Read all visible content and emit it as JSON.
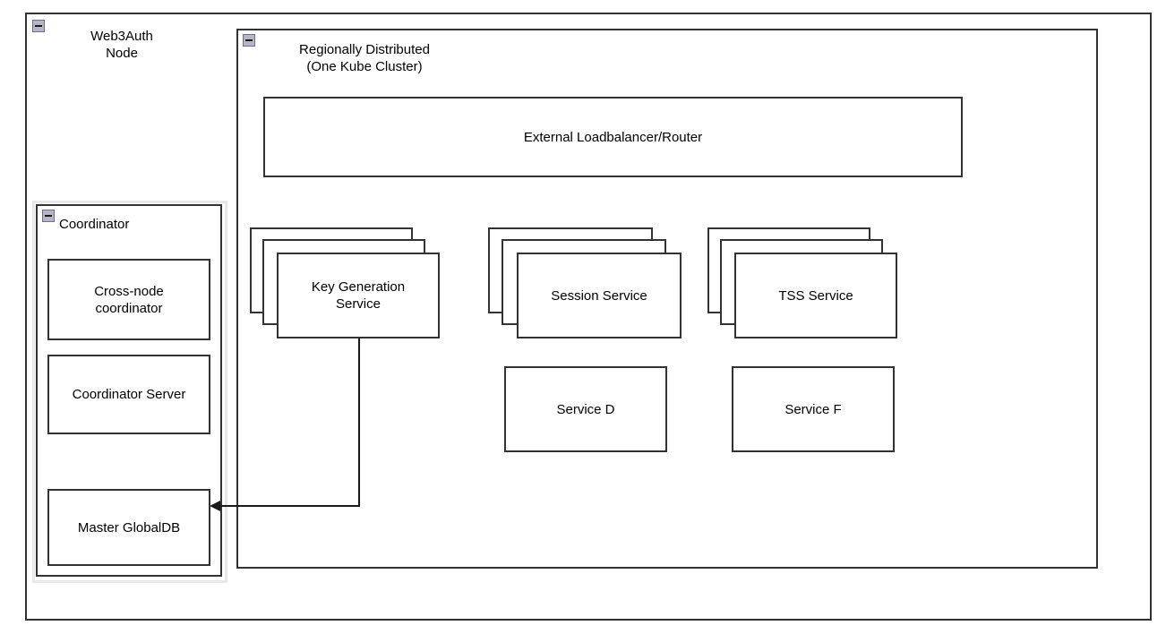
{
  "diagram": {
    "outer_container": {
      "title": "Web3Auth\nNode",
      "collapse_icon": "collapse-minus-icon"
    },
    "cluster_container": {
      "title": "Regionally Distributed\n(One Kube Cluster)",
      "collapse_icon": "collapse-minus-icon"
    },
    "coordinator_container": {
      "title": "Coordinator",
      "collapse_icon": "collapse-minus-icon",
      "children": [
        {
          "label": "Cross-node\ncoordinator",
          "name": "cross-node-coordinator-box"
        },
        {
          "label": "Coordinator Server",
          "name": "coordinator-server-box"
        },
        {
          "label": "Master GlobalDB",
          "name": "master-globaldb-box"
        }
      ]
    },
    "loadbalancer": {
      "label": "External Loadbalancer/Router"
    },
    "stacked_services": [
      {
        "label": "Key Generation\nService",
        "name": "key-generation-service-stack",
        "layers": 3
      },
      {
        "label": "Session Service",
        "name": "session-service-stack",
        "layers": 3
      },
      {
        "label": "TSS Service",
        "name": "tss-service-stack",
        "layers": 3
      }
    ],
    "plain_services": [
      {
        "label": "Service D",
        "name": "service-d-box"
      },
      {
        "label": "Service F",
        "name": "service-f-box"
      }
    ],
    "connector": {
      "from": "Key Generation Service",
      "to": "Master GlobalDB",
      "arrow_direction": "left"
    },
    "colors": {
      "stroke": "#333333",
      "background": "#ffffff",
      "text": "#000000",
      "icon_fill": "#b5b5c8",
      "halo": "#e8e8e8"
    }
  }
}
